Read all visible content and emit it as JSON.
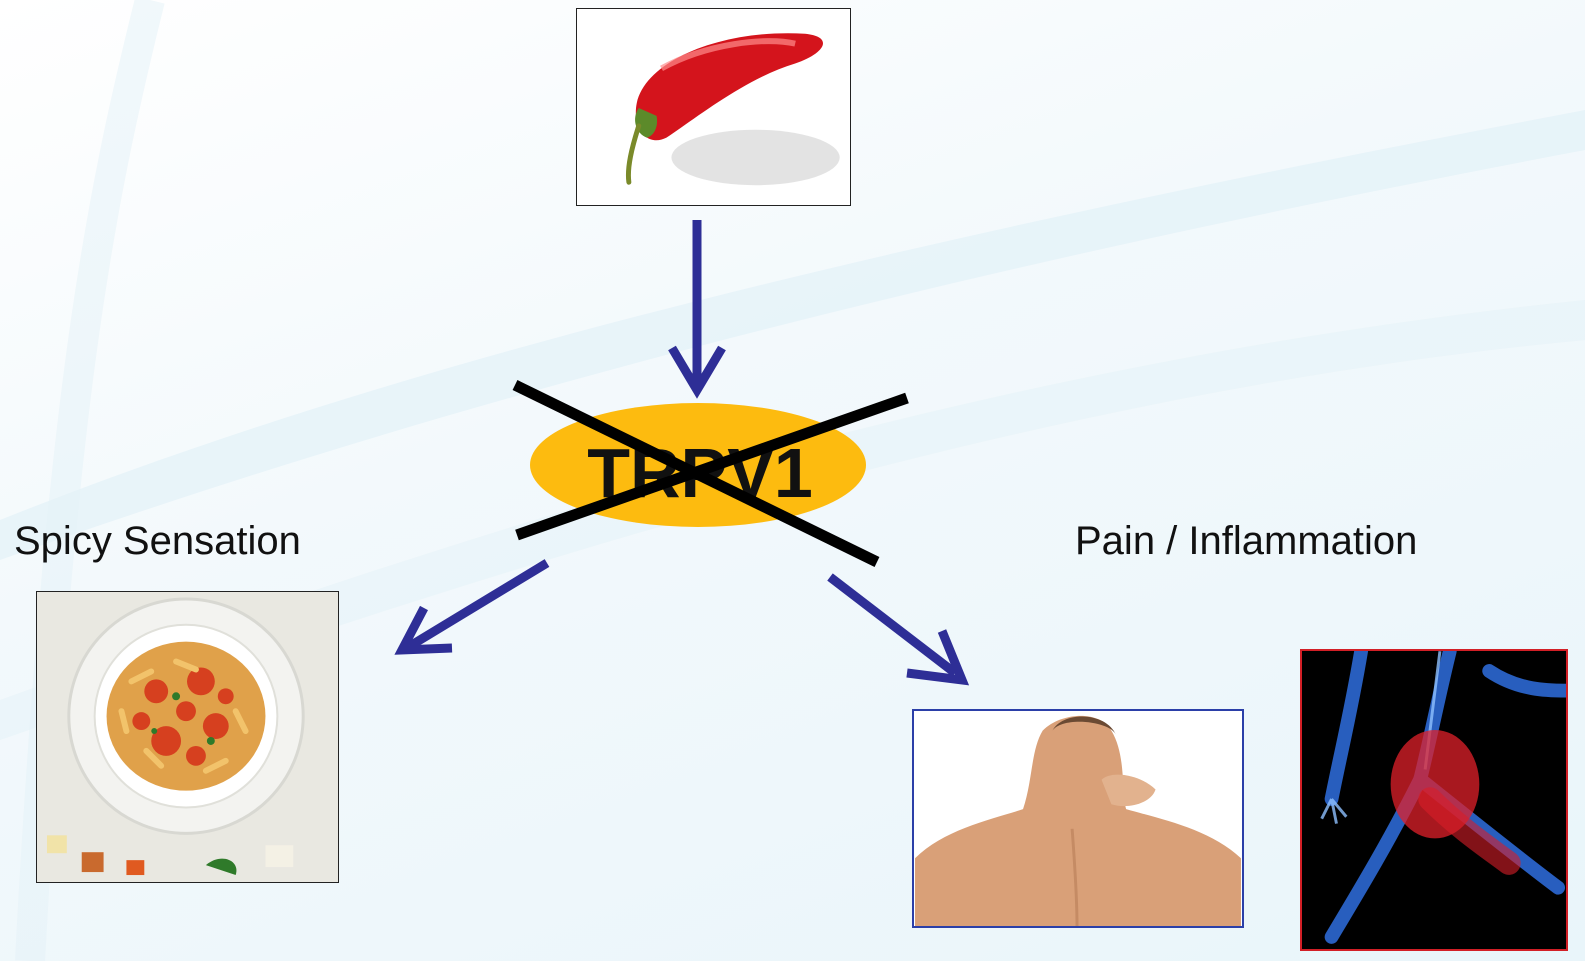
{
  "nodes": {
    "receptor": {
      "label": "TRPV1",
      "fill": "#fdbb0f",
      "crossed_out": true
    },
    "left_outcome": {
      "label": "Spicy Sensation"
    },
    "right_outcome": {
      "label": "Pain / Inflammation"
    }
  },
  "colors": {
    "arrow": "#2e2e96",
    "cross": "#000000",
    "neck_frame": "#2b3fa8",
    "xray_frame": "#d21f26"
  },
  "images": [
    {
      "name": "red-chili-pepper-photo"
    },
    {
      "name": "pasta-plate-photo"
    },
    {
      "name": "neck-pain-photo"
    },
    {
      "name": "xray-runner-hip-pain-photo"
    }
  ]
}
